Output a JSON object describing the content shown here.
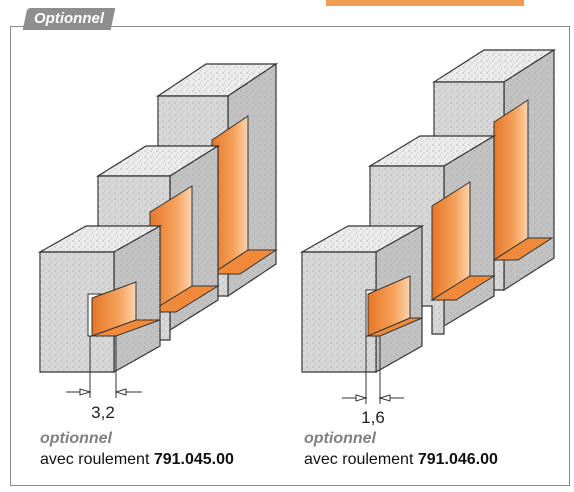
{
  "tab_label": "Optionnel",
  "figures": [
    {
      "dimension": "3,2"
    },
    {
      "dimension": "1,6"
    }
  ],
  "captions": [
    {
      "optional": "optionnel",
      "text": "avec roulement",
      "code": "791.045.00"
    },
    {
      "optional": "optionnel",
      "text": "avec roulement",
      "code": "791.046.00"
    }
  ],
  "colors": {
    "block_face": "#d6d6d6",
    "block_top": "#e9e9e9",
    "block_side": "#bdbdbd",
    "groove": "#f39a4e",
    "frame": "#8a8a8a",
    "accent_bar": "#f29b51"
  }
}
